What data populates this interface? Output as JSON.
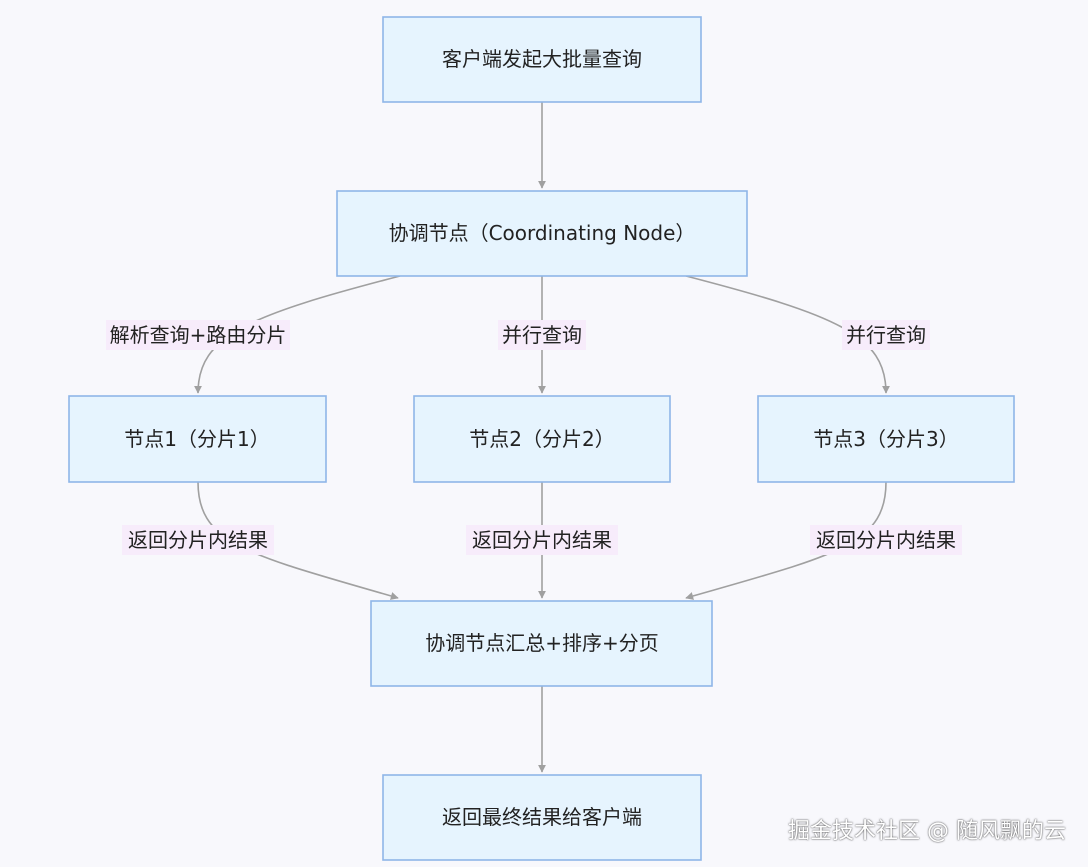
{
  "diagram": {
    "nodes": {
      "client_query": "客户端发起大批量查询",
      "coordinator": "协调节点（Coordinating Node）",
      "node1": "节点1（分片1）",
      "node2": "节点2（分片2）",
      "node3": "节点3（分片3）",
      "aggregate": "协调节点汇总+排序+分页",
      "return_client": "返回最终结果给客户端"
    },
    "edge_labels": {
      "to_node1": "解析查询+路由分片",
      "to_node2": "并行查询",
      "to_node3": "并行查询",
      "from_node1": "返回分片内结果",
      "from_node2": "返回分片内结果",
      "from_node3": "返回分片内结果"
    }
  },
  "watermark": "掘金技术社区 @ 随风飘的云",
  "colors": {
    "node_fill": "#e6f4fe",
    "node_border": "#8fb6e8",
    "edge": "#a0a0a0",
    "label_bg": "#f7ecfb",
    "background": "#f8f8fc"
  }
}
